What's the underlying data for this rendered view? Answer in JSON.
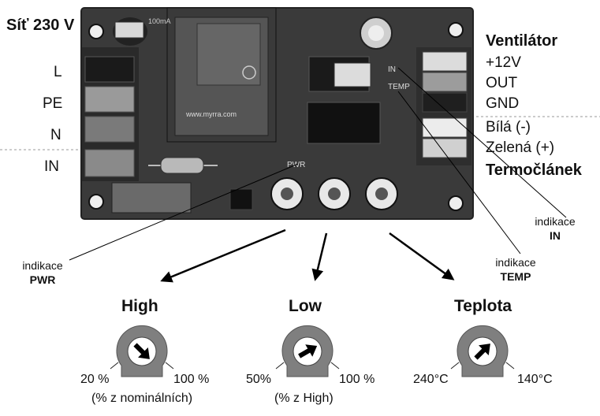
{
  "power": {
    "title": "Síť 230 V",
    "terminals": [
      "L",
      "PE",
      "N",
      "IN"
    ]
  },
  "fan": {
    "title": "Ventilátor",
    "terminals": [
      "+12V",
      "OUT",
      "GND"
    ]
  },
  "thermo": {
    "wires": [
      "Bílá (-)",
      "Zelená (+)"
    ],
    "title": "Termočlánek"
  },
  "indicators": {
    "in": {
      "line1": "indikace",
      "line2": "IN"
    },
    "temp": {
      "line1": "indikace",
      "line2": "TEMP"
    },
    "pwr": {
      "line1": "indikace",
      "line2": "PWR"
    }
  },
  "board": {
    "pcb_labels": {
      "in": "IN",
      "temp": "TEMP",
      "pwr": "PWR"
    },
    "transformer_brand": "www.myrra.com",
    "fuse": "100mA"
  },
  "knobs": [
    {
      "title": "High",
      "left": "20 %",
      "right": "100 %",
      "note": "(% z nominálních)",
      "pointer_angle_deg": 45
    },
    {
      "title": "Low",
      "left": "50%",
      "right": "100 %",
      "note": "(% z High)",
      "pointer_angle_deg": -30
    },
    {
      "title": "Teplota",
      "left": "240°C",
      "right": "140°C",
      "note": "",
      "pointer_angle_deg": -45
    }
  ],
  "colors": {
    "pcb": "#3a3a3a",
    "pcb_dark": "#1c1c1c",
    "knob_body": "#7f7f7f",
    "knob_face": "#ffffff",
    "arrow": "#000000"
  }
}
